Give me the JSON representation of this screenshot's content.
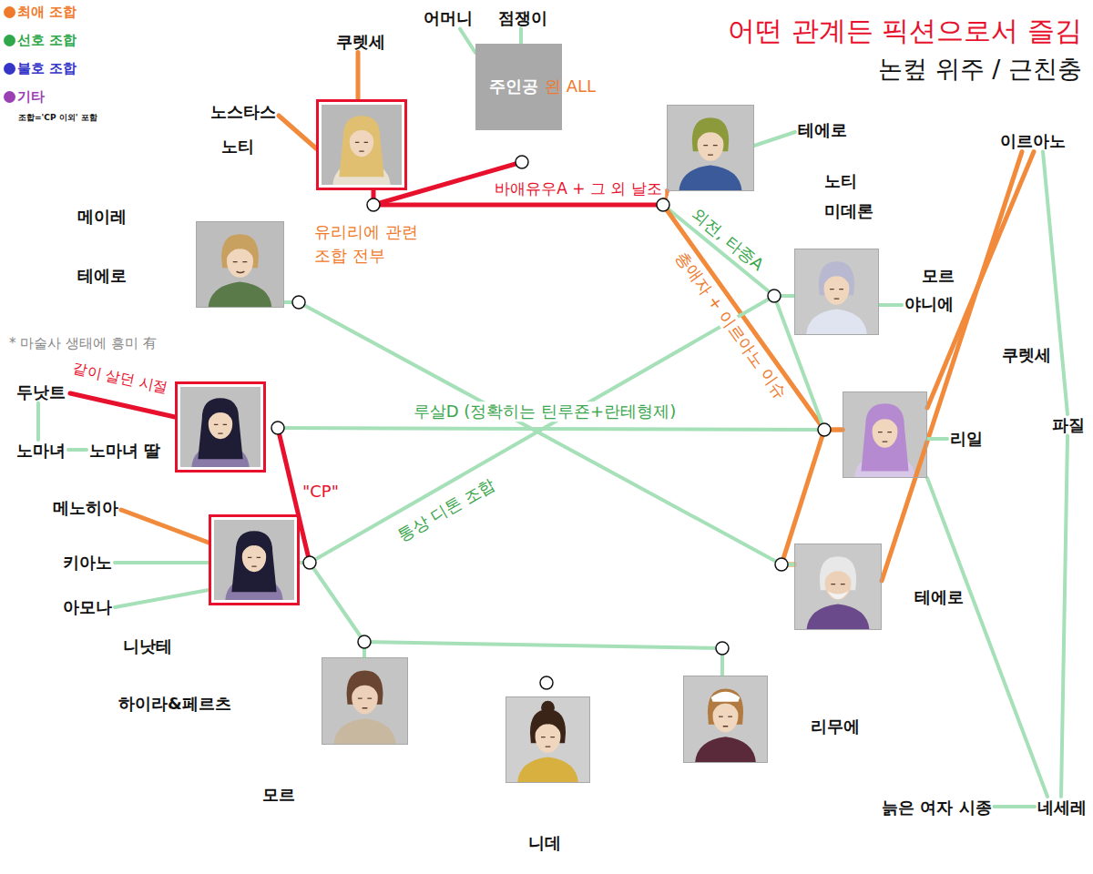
{
  "diagram": {
    "title": "어떤 관계든 픽션으로서 즐김",
    "nodes": [
      {
        "text": [
          "쿠렛세"
        ]
      },
      {
        "text": [
          "어머니"
        ]
      },
      {
        "text": [
          "점쟁이"
        ]
      },
      {
        "text": [
          "주인공",
          "왼 ALL"
        ]
      },
      {
        "text": [
          "노스타스"
        ]
      },
      {
        "text": [
          "노티"
        ]
      },
      {
        "text": [
          "테에로"
        ]
      },
      {
        "text": [
          "노티",
          "미데론"
        ]
      },
      {
        "text": [
          "메이레",
          "테에로"
        ]
      },
      {
        "text": [
          "모르"
        ]
      },
      {
        "text": [
          "야니에"
        ]
      },
      {
        "text": [
          "이르아노"
        ]
      },
      {
        "text": [
          "두낫트"
        ]
      },
      {
        "text": [
          "노마녀"
        ]
      },
      {
        "text": [
          "노마녀 딸"
        ]
      },
      {
        "text": [
          "쿠렛세"
        ]
      },
      {
        "text": [
          "리일"
        ]
      },
      {
        "text": [
          "파질"
        ]
      },
      {
        "text": [
          "메노히아"
        ]
      },
      {
        "text": [
          "키아노"
        ]
      },
      {
        "text": [
          "아모나"
        ]
      },
      {
        "text": [
          "니낫테"
        ]
      },
      {
        "text": [
          "테에로"
        ]
      },
      {
        "text": [
          "하이라&페르츠",
          "모르"
        ]
      },
      {
        "text": [
          "니데"
        ]
      },
      {
        "text": [
          "리무에"
        ]
      },
      {
        "text": [
          "늙은 여자 시종"
        ]
      },
      {
        "text": [
          "네세레"
        ]
      }
    ],
    "edges": [
      {
        "from": 0,
        "to": 5,
        "arrow": "none"
      },
      {
        "from": 4,
        "to": 5,
        "arrow": "none"
      },
      {
        "from": 1,
        "to": 3,
        "arrow": "none"
      },
      {
        "from": 2,
        "to": 3,
        "arrow": "none"
      },
      {
        "from": 5,
        "to": 7,
        "label": "바애유우A + 그 외 날조",
        "arrow": "none"
      },
      {
        "from": 6,
        "to": 7,
        "arrow": "none"
      },
      {
        "from": 7,
        "to": 9,
        "label": "외전, 타종A",
        "arrow": "none"
      },
      {
        "from": 7,
        "to": 15,
        "label": "총애자 + 이르아노 이슈",
        "arrow": "none"
      },
      {
        "from": 9,
        "to": 15,
        "arrow": "none"
      },
      {
        "from": 10,
        "to": 9,
        "arrow": "none"
      },
      {
        "from": 11,
        "to": 15,
        "arrow": "none"
      },
      {
        "from": 11,
        "to": 22,
        "arrow": "none"
      },
      {
        "from": 15,
        "to": 22,
        "arrow": "none"
      },
      {
        "from": 8,
        "to": 22,
        "arrow": "none"
      },
      {
        "from": 21,
        "to": 9,
        "label": "통상 디톤 조합",
        "arrow": "none"
      },
      {
        "from": 21,
        "to": 23,
        "arrow": "none"
      },
      {
        "from": 23,
        "to": 25,
        "arrow": "none"
      },
      {
        "from": 19,
        "to": 21,
        "arrow": "none"
      },
      {
        "from": 20,
        "to": 21,
        "arrow": "none"
      },
      {
        "from": 18,
        "to": 21,
        "arrow": "none"
      },
      {
        "from": 12,
        "to": 13,
        "arrow": "none"
      },
      {
        "from": 13,
        "to": 14,
        "arrow": "none"
      },
      {
        "from": 11,
        "to": 17,
        "arrow": "none"
      },
      {
        "from": 17,
        "to": 27,
        "arrow": "none"
      },
      {
        "from": 15,
        "to": 27,
        "arrow": "none"
      },
      {
        "from": 16,
        "to": 15,
        "arrow": "none"
      },
      {
        "from": 26,
        "to": 27,
        "arrow": "none"
      }
    ],
    "labels": [
      "논컾 위주 / 근친충",
      "조합='CP 이외' 포함",
      "유리리에 관련 조합 전부",
      "* 마술사 생태에 흥미 有",
      "같이 살던 시절",
      "루살D (정확히는 틴루죤+란테형제)",
      "\"CP\""
    ],
    "legend": [
      {
        "text": "최애 조합",
        "color": "#f07a2c"
      },
      {
        "text": "선호 조합",
        "color": "#2ea84a"
      },
      {
        "text": "불호 조합",
        "color": "#3535c8"
      },
      {
        "text": "기타",
        "color": "#9b3fb5"
      }
    ]
  }
}
